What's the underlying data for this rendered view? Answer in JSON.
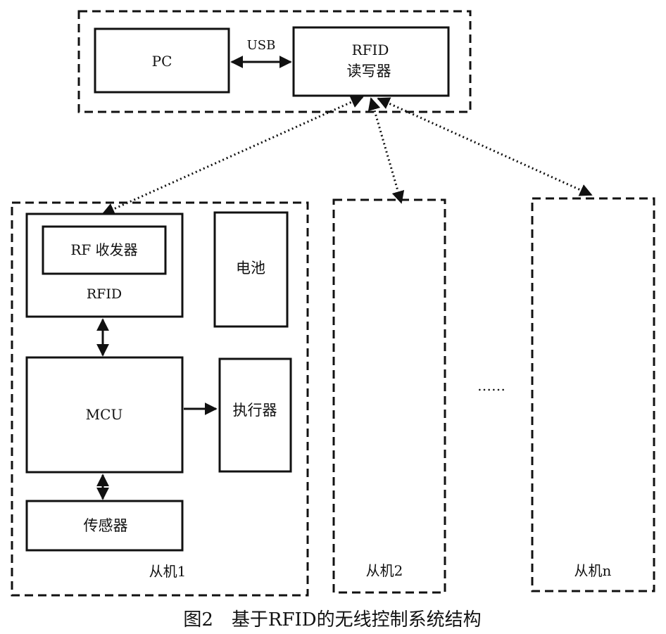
{
  "header": {
    "pc_label": "PC",
    "usb_label": "USB",
    "reader_line1": "RFID",
    "reader_line2": "读写器"
  },
  "slave1": {
    "rf_transceiver_label": "RF 收发器",
    "rfid_label": "RFID",
    "battery_label": "电池",
    "mcu_label": "MCU",
    "actuator_label": "执行器",
    "sensor_label": "传感器",
    "name": "从机1"
  },
  "slave2": {
    "name": "从机2"
  },
  "slave_n": {
    "name": "从机n"
  },
  "ellipsis": "……",
  "caption": "图2　基于RFID的无线控制系统结构"
}
